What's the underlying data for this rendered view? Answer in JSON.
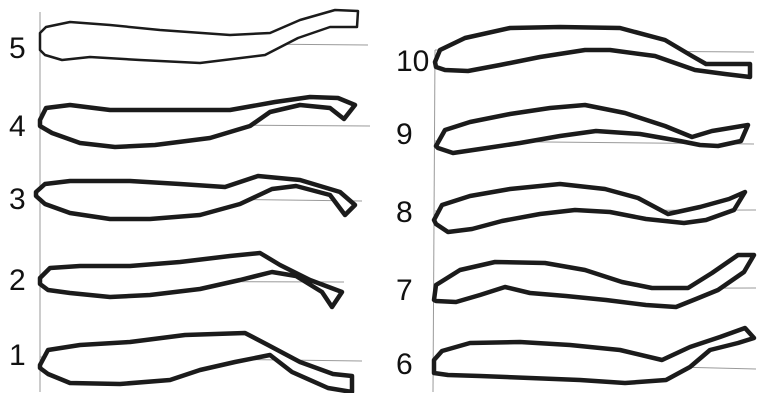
{
  "figure": {
    "ink_color": "#1b1b1b",
    "guide_color": "#9a9a9a",
    "background": "#ffffff"
  },
  "left_column": {
    "labels": [
      "5",
      "4",
      "3",
      "2",
      "1"
    ]
  },
  "right_column": {
    "labels": [
      "10",
      "9",
      "8",
      "7",
      "6"
    ]
  }
}
